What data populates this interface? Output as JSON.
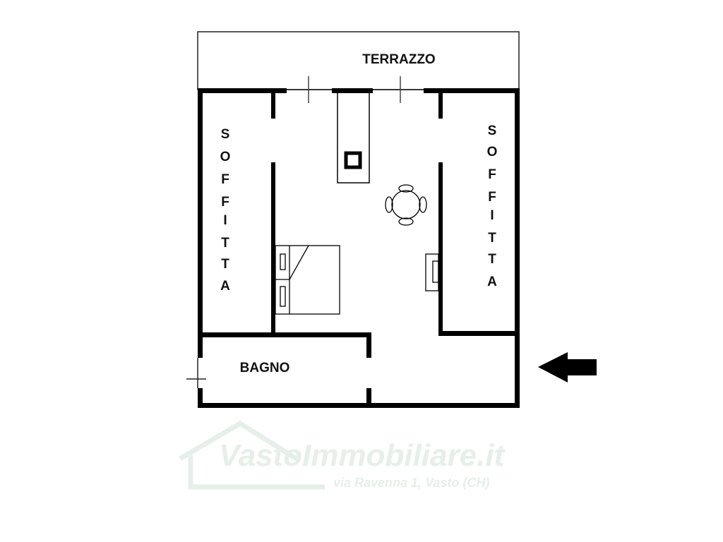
{
  "plan": {
    "rooms": {
      "terrace": "TERRAZZO",
      "attic_left": [
        "S",
        "O",
        "F",
        "F",
        "I",
        "T",
        "T",
        "A"
      ],
      "attic_right": [
        "S",
        "O",
        "F",
        "F",
        "I",
        "T",
        "T",
        "A"
      ],
      "bathroom": "BAGNO"
    },
    "watermark": {
      "brand": "VastoImmobiliare.it",
      "address": "via Ravenna 1, Vasto (CH)"
    },
    "entrance_arrow": "arrow-left-icon"
  },
  "colors": {
    "wall": "#000000",
    "watermark": "#e6efe8"
  }
}
